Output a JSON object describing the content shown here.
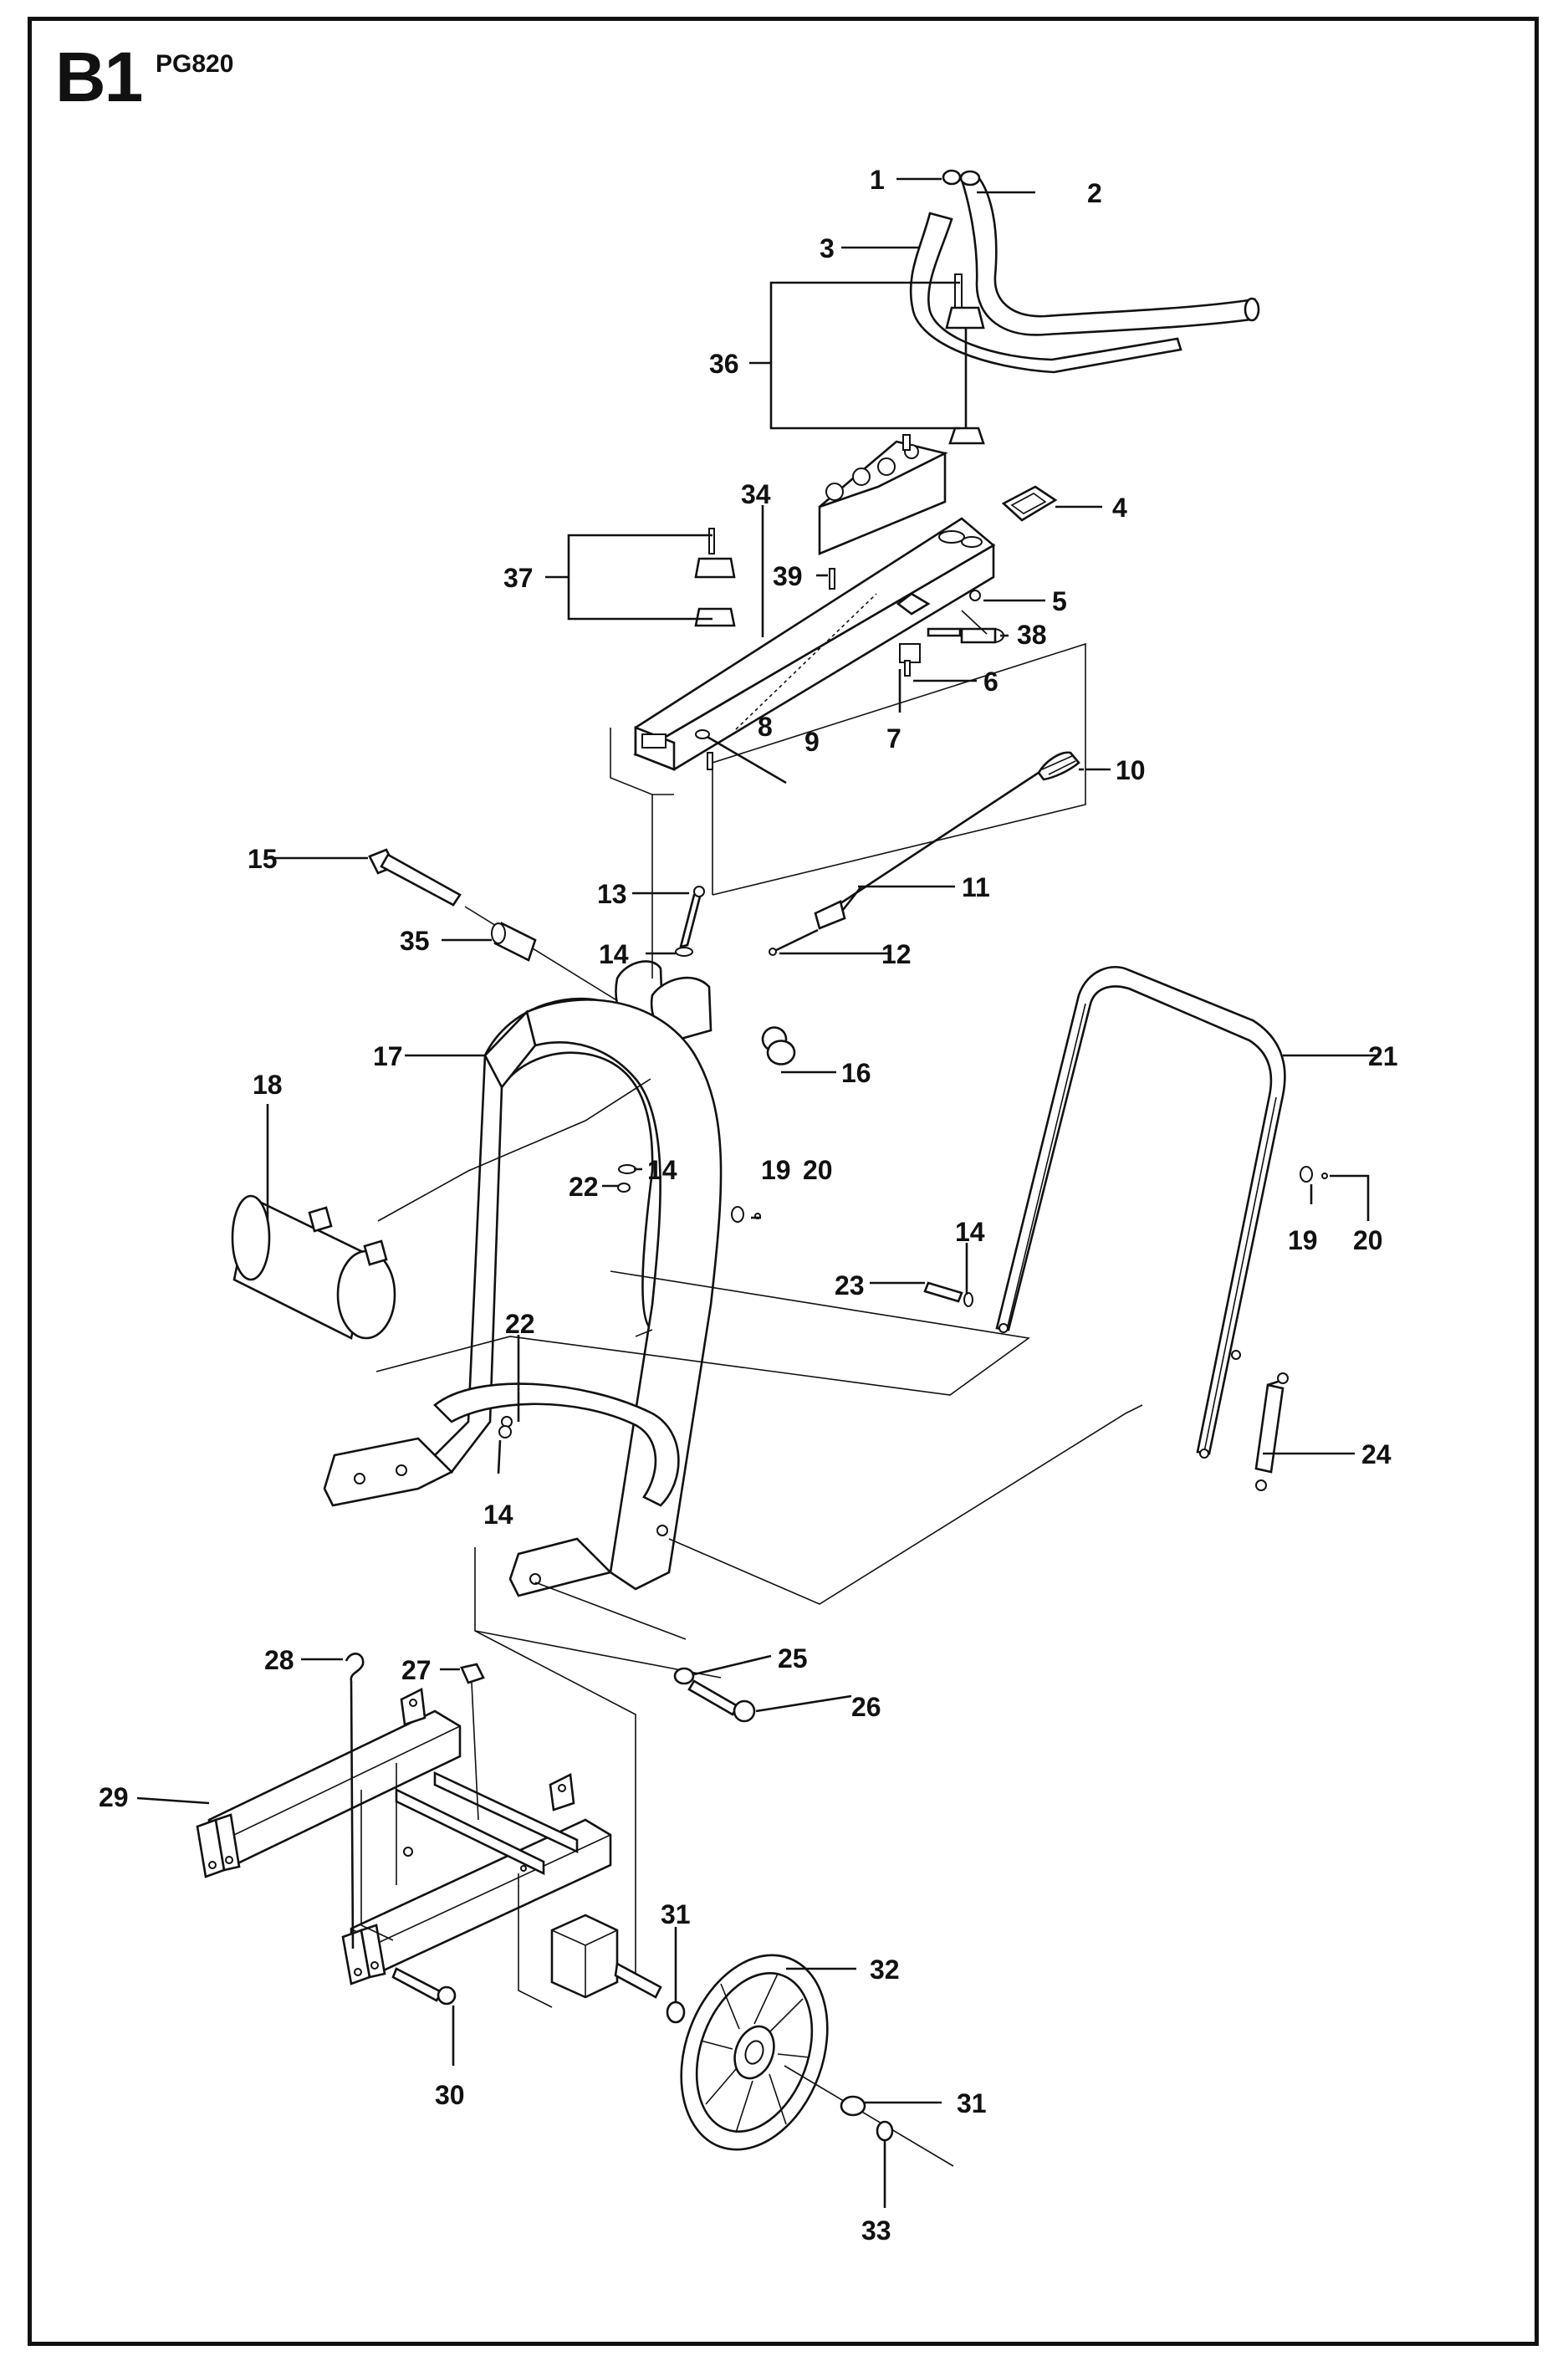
{
  "header": {
    "code": "B1",
    "model": "PG820"
  },
  "callouts": [
    {
      "id": "c1",
      "text": "1"
    },
    {
      "id": "c2",
      "text": "2"
    },
    {
      "id": "c3",
      "text": "3"
    },
    {
      "id": "c36",
      "text": "36"
    },
    {
      "id": "c4",
      "text": "4"
    },
    {
      "id": "c34",
      "text": "34"
    },
    {
      "id": "c37",
      "text": "37"
    },
    {
      "id": "c39",
      "text": "39"
    },
    {
      "id": "c5",
      "text": "5"
    },
    {
      "id": "c38",
      "text": "38"
    },
    {
      "id": "c6",
      "text": "6"
    },
    {
      "id": "c7",
      "text": "7"
    },
    {
      "id": "c8",
      "text": "8"
    },
    {
      "id": "c9",
      "text": "9"
    },
    {
      "id": "c10",
      "text": "10"
    },
    {
      "id": "c15",
      "text": "15"
    },
    {
      "id": "c13",
      "text": "13"
    },
    {
      "id": "c11",
      "text": "11"
    },
    {
      "id": "c35",
      "text": "35"
    },
    {
      "id": "c14a",
      "text": "14"
    },
    {
      "id": "c12",
      "text": "12"
    },
    {
      "id": "c17",
      "text": "17"
    },
    {
      "id": "c16",
      "text": "16"
    },
    {
      "id": "c21",
      "text": "21"
    },
    {
      "id": "c18",
      "text": "18"
    },
    {
      "id": "c14b",
      "text": "14"
    },
    {
      "id": "c22a",
      "text": "22"
    },
    {
      "id": "c19a",
      "text": "19"
    },
    {
      "id": "c20a",
      "text": "20"
    },
    {
      "id": "c19b",
      "text": "19"
    },
    {
      "id": "c20b",
      "text": "20"
    },
    {
      "id": "c14c",
      "text": "14"
    },
    {
      "id": "c23",
      "text": "23"
    },
    {
      "id": "c22b",
      "text": "22"
    },
    {
      "id": "c14d",
      "text": "14"
    },
    {
      "id": "c24",
      "text": "24"
    },
    {
      "id": "c25",
      "text": "25"
    },
    {
      "id": "c26",
      "text": "26"
    },
    {
      "id": "c28",
      "text": "28"
    },
    {
      "id": "c27",
      "text": "27"
    },
    {
      "id": "c29",
      "text": "29"
    },
    {
      "id": "c31a",
      "text": "31"
    },
    {
      "id": "c32",
      "text": "32"
    },
    {
      "id": "c30",
      "text": "30"
    },
    {
      "id": "c31b",
      "text": "31"
    },
    {
      "id": "c33",
      "text": "33"
    }
  ]
}
